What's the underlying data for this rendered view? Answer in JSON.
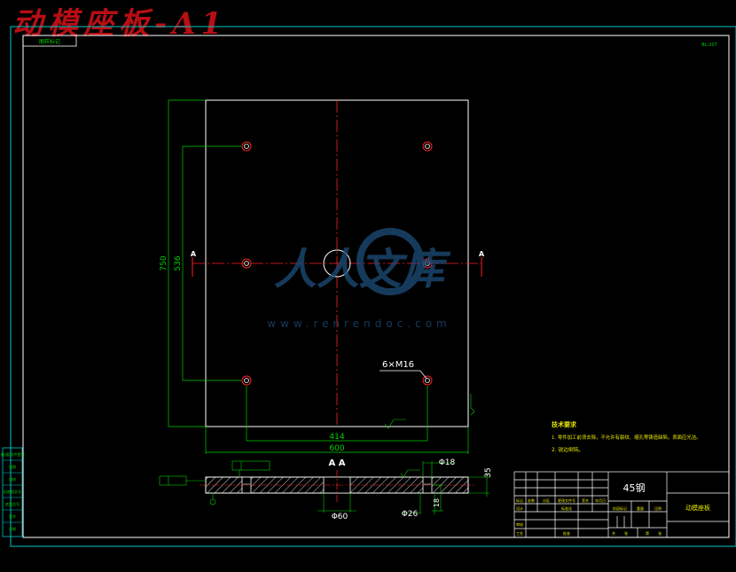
{
  "title": "动模座板-A1",
  "top_left_box": "图样标记",
  "top_right_code": "BL-207",
  "dimensions": {
    "height_outer": "750",
    "height_inner": "536",
    "width_inner": "414",
    "width_outer": "600",
    "hole_callout": "6×M16",
    "section_dia_center": "Φ60",
    "section_dia_counterbore": "Φ18",
    "section_dia_bottom": "Φ26",
    "section_thickness": "35",
    "section_depth": "18"
  },
  "section_marks": {
    "left": "A",
    "right": "A",
    "view_label": "A  A"
  },
  "tech_requirements": {
    "heading": "技术要求",
    "items": [
      "1. 零件加工前须去除，不允许有裂纹、缩孔等铸造缺陷，表面应光洁。",
      "2. 锐边倒钝。"
    ]
  },
  "title_block": {
    "material": "45钢",
    "part_name": "动模座板",
    "row_labels": [
      "标记",
      "处数",
      "分区",
      "更改文件号",
      "签名",
      "年月日"
    ],
    "labels": [
      "设计",
      "标准化",
      "阶段标记",
      "重量",
      "比例",
      "审核",
      "工艺",
      "批准",
      "共",
      "张",
      "第",
      "张"
    ]
  },
  "left_strip": [
    "借(通)用件登记",
    "描图",
    "描校",
    "旧底图总号",
    "底图总号",
    "签字",
    "日期"
  ],
  "watermark": {
    "brand": "人人文库",
    "url": "www.renrendoc.com"
  },
  "colors": {
    "background": "#000000",
    "frame": "#00c8c8",
    "outline": "#ffffff",
    "centerline": "#ff2020",
    "dimension": "#00d000",
    "text_yellow": "#e6e600",
    "title_red": "#b80e14",
    "watermark": "#1e4e7a"
  }
}
